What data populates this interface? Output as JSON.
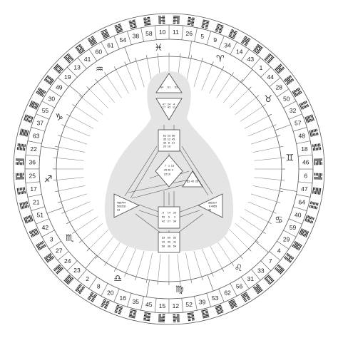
{
  "gates": [
    "10",
    "11",
    "26",
    "5",
    "9",
    "34",
    "14",
    "43",
    "1",
    "44",
    "28",
    "50",
    "32",
    "57",
    "48",
    "18",
    "46",
    "6",
    "47",
    "64",
    "40",
    "59",
    "29",
    "4",
    "7",
    "33",
    "31",
    "56",
    "62",
    "53",
    "39",
    "52",
    "12",
    "15",
    "45",
    "35",
    "16",
    "20",
    "8",
    "2",
    "23",
    "24",
    "27",
    "3",
    "42",
    "51",
    "21",
    "17",
    "25",
    "36",
    "22",
    "63",
    "37",
    "55",
    "30",
    "49",
    "19",
    "13",
    "41",
    "60",
    "61",
    "54",
    "38",
    "58"
  ],
  "zodiac_signs": [
    {
      "symbol": "♈",
      "name": "aries"
    },
    {
      "symbol": "♉",
      "name": "taurus"
    },
    {
      "symbol": "♊",
      "name": "gemini"
    },
    {
      "symbol": "♋",
      "name": "cancer"
    },
    {
      "symbol": "♌",
      "name": "leo"
    },
    {
      "symbol": "♍",
      "name": "virgo"
    },
    {
      "symbol": "♎",
      "name": "libra"
    },
    {
      "symbol": "♏",
      "name": "scorpio"
    },
    {
      "symbol": "♐",
      "name": "sagittarius"
    },
    {
      "symbol": "♑",
      "name": "capricorn"
    },
    {
      "symbol": "♒",
      "name": "aquarius"
    },
    {
      "symbol": "♓",
      "name": "pisces"
    }
  ],
  "centers": [
    {
      "name": "head-center",
      "gates": [
        "64",
        "61",
        "63"
      ]
    },
    {
      "name": "ajna-center",
      "gates": [
        "47",
        "24",
        "4",
        "17",
        "43",
        "11"
      ]
    },
    {
      "name": "throat-center",
      "gates": [
        "62",
        "23",
        "56",
        "35",
        "12",
        "45",
        "33",
        "8",
        "31",
        "20",
        "16"
      ]
    },
    {
      "name": "g-center",
      "gates": [
        "7",
        "1",
        "13",
        "25",
        "46",
        "2",
        "15",
        "10"
      ]
    },
    {
      "name": "heart-center",
      "gates": [
        "21",
        "40",
        "26",
        "51"
      ]
    },
    {
      "name": "spleen-center",
      "gates": [
        "48",
        "57",
        "44",
        "50",
        "32",
        "28",
        "18"
      ]
    },
    {
      "name": "sacral-center",
      "gates": [
        "5",
        "14",
        "29",
        "59",
        "9",
        "3",
        "42",
        "27",
        "34"
      ]
    },
    {
      "name": "solar-plexus-center",
      "gates": [
        "36",
        "22",
        "37",
        "6",
        "49",
        "55",
        "30"
      ]
    },
    {
      "name": "root-center",
      "gates": [
        "53",
        "60",
        "52",
        "19",
        "39",
        "41",
        "58",
        "38",
        "54"
      ]
    }
  ],
  "colors": {
    "ring": "#555555",
    "body_silhouette": "#e6e6e6",
    "text": "#222222"
  }
}
